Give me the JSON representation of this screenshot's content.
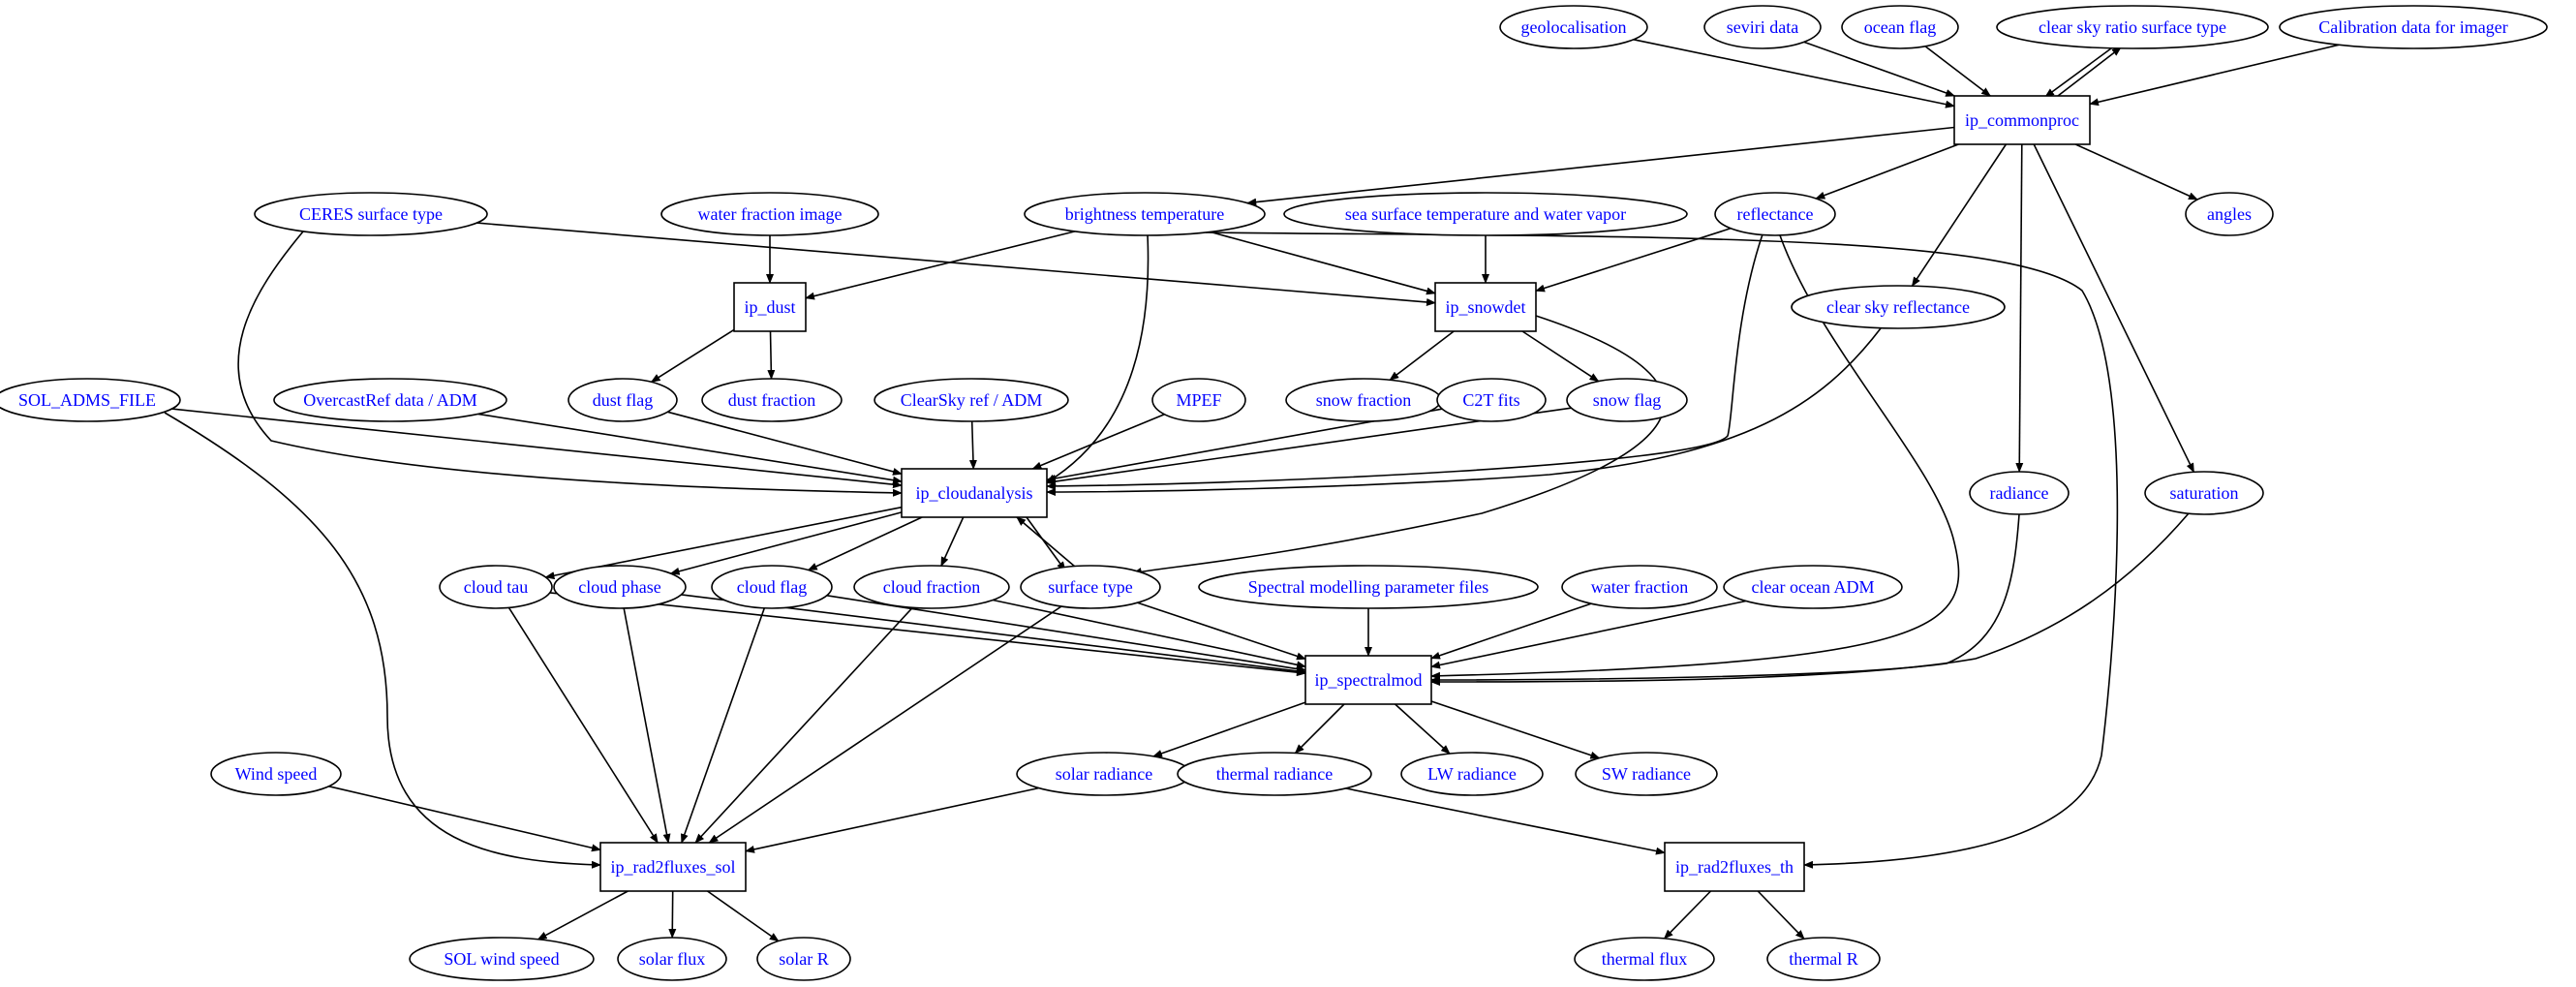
{
  "colors": {
    "label": "#0000ff",
    "stroke": "#000000",
    "background": "#ffffff"
  },
  "nodes": [
    {
      "id": "geolocalisation",
      "label": "geolocalisation",
      "shape": "ellipse"
    },
    {
      "id": "seviri",
      "label": "seviri data",
      "shape": "ellipse"
    },
    {
      "id": "oceanflag",
      "label": "ocean flag",
      "shape": "ellipse"
    },
    {
      "id": "csratio",
      "label": "clear sky ratio surface type",
      "shape": "ellipse"
    },
    {
      "id": "calib",
      "label": "Calibration data for imager",
      "shape": "ellipse"
    },
    {
      "id": "commonproc",
      "label": "ip_commonproc",
      "shape": "box"
    },
    {
      "id": "ceres",
      "label": "CERES surface type",
      "shape": "ellipse"
    },
    {
      "id": "wfimage",
      "label": "water fraction image",
      "shape": "ellipse"
    },
    {
      "id": "btemp",
      "label": "brightness temperature",
      "shape": "ellipse"
    },
    {
      "id": "sst",
      "label": "sea surface temperature and water vapor",
      "shape": "ellipse"
    },
    {
      "id": "refl",
      "label": "reflectance",
      "shape": "ellipse"
    },
    {
      "id": "angles",
      "label": "angles",
      "shape": "ellipse"
    },
    {
      "id": "dust",
      "label": "ip_dust",
      "shape": "box"
    },
    {
      "id": "snowdet",
      "label": "ip_snowdet",
      "shape": "box"
    },
    {
      "id": "csrefl",
      "label": "clear sky reflectance",
      "shape": "ellipse"
    },
    {
      "id": "solfile",
      "label": "SOL_ADMS_FILE",
      "shape": "ellipse"
    },
    {
      "id": "overcast",
      "label": "OvercastRef data / ADM",
      "shape": "ellipse"
    },
    {
      "id": "dustflag",
      "label": "dust flag",
      "shape": "ellipse"
    },
    {
      "id": "dustfrac",
      "label": "dust fraction",
      "shape": "ellipse"
    },
    {
      "id": "clearsky",
      "label": "ClearSky ref / ADM",
      "shape": "ellipse"
    },
    {
      "id": "mpef",
      "label": "MPEF",
      "shape": "ellipse"
    },
    {
      "id": "snowfrac",
      "label": "snow fraction",
      "shape": "ellipse"
    },
    {
      "id": "c2t",
      "label": "C2T fits",
      "shape": "ellipse"
    },
    {
      "id": "snowflag",
      "label": "snow flag",
      "shape": "ellipse"
    },
    {
      "id": "cloudanalysis",
      "label": "ip_cloudanalysis",
      "shape": "box"
    },
    {
      "id": "radiance",
      "label": "radiance",
      "shape": "ellipse"
    },
    {
      "id": "saturation",
      "label": "saturation",
      "shape": "ellipse"
    },
    {
      "id": "cloudtau",
      "label": "cloud tau",
      "shape": "ellipse"
    },
    {
      "id": "cloudphase",
      "label": "cloud phase",
      "shape": "ellipse"
    },
    {
      "id": "cloudflag",
      "label": "cloud flag",
      "shape": "ellipse"
    },
    {
      "id": "cloudfrac",
      "label": "cloud fraction",
      "shape": "ellipse"
    },
    {
      "id": "surftype",
      "label": "surface type",
      "shape": "ellipse"
    },
    {
      "id": "spectralfiles",
      "label": "Spectral modelling parameter files",
      "shape": "ellipse"
    },
    {
      "id": "waterfrac",
      "label": "water fraction",
      "shape": "ellipse"
    },
    {
      "id": "clearocean",
      "label": "clear ocean ADM",
      "shape": "ellipse"
    },
    {
      "id": "spectralmod",
      "label": "ip_spectralmod",
      "shape": "box"
    },
    {
      "id": "windspeed",
      "label": "Wind speed",
      "shape": "ellipse"
    },
    {
      "id": "solarrad",
      "label": "solar radiance",
      "shape": "ellipse"
    },
    {
      "id": "thermalrad",
      "label": "thermal radiance",
      "shape": "ellipse"
    },
    {
      "id": "lwrad",
      "label": "LW radiance",
      "shape": "ellipse"
    },
    {
      "id": "swrad",
      "label": "SW radiance",
      "shape": "ellipse"
    },
    {
      "id": "rad2sol",
      "label": "ip_rad2fluxes_sol",
      "shape": "box"
    },
    {
      "id": "rad2th",
      "label": "ip_rad2fluxes_th",
      "shape": "box"
    },
    {
      "id": "solwind",
      "label": "SOL wind speed",
      "shape": "ellipse"
    },
    {
      "id": "solarflux",
      "label": "solar flux",
      "shape": "ellipse"
    },
    {
      "id": "solarR",
      "label": "solar R",
      "shape": "ellipse"
    },
    {
      "id": "thermalflux",
      "label": "thermal flux",
      "shape": "ellipse"
    },
    {
      "id": "thermalR",
      "label": "thermal R",
      "shape": "ellipse"
    }
  ],
  "edges": [
    {
      "from": "geolocalisation",
      "to": "commonproc"
    },
    {
      "from": "seviri",
      "to": "commonproc"
    },
    {
      "from": "oceanflag",
      "to": "commonproc"
    },
    {
      "from": "csratio",
      "to": "commonproc"
    },
    {
      "from": "commonproc",
      "to": "csratio"
    },
    {
      "from": "calib",
      "to": "commonproc"
    },
    {
      "from": "commonproc",
      "to": "btemp"
    },
    {
      "from": "commonproc",
      "to": "refl"
    },
    {
      "from": "commonproc",
      "to": "angles"
    },
    {
      "from": "commonproc",
      "to": "csrefl"
    },
    {
      "from": "commonproc",
      "to": "radiance"
    },
    {
      "from": "commonproc",
      "to": "saturation"
    },
    {
      "from": "wfimage",
      "to": "dust"
    },
    {
      "from": "btemp",
      "to": "dust"
    },
    {
      "from": "ceres",
      "to": "snowdet"
    },
    {
      "from": "btemp",
      "to": "snowdet"
    },
    {
      "from": "sst",
      "to": "snowdet"
    },
    {
      "from": "refl",
      "to": "snowdet"
    },
    {
      "from": "dust",
      "to": "dustflag"
    },
    {
      "from": "dust",
      "to": "dustfrac"
    },
    {
      "from": "snowdet",
      "to": "snowfrac"
    },
    {
      "from": "snowdet",
      "to": "snowflag"
    },
    {
      "from": "snowdet",
      "to": "surftype"
    },
    {
      "from": "ceres",
      "to": "cloudanalysis"
    },
    {
      "from": "solfile",
      "to": "cloudanalysis"
    },
    {
      "from": "overcast",
      "to": "cloudanalysis"
    },
    {
      "from": "dustflag",
      "to": "cloudanalysis"
    },
    {
      "from": "clearsky",
      "to": "cloudanalysis"
    },
    {
      "from": "mpef",
      "to": "cloudanalysis"
    },
    {
      "from": "btemp",
      "to": "cloudanalysis"
    },
    {
      "from": "c2t",
      "to": "cloudanalysis"
    },
    {
      "from": "snowflag",
      "to": "cloudanalysis"
    },
    {
      "from": "refl",
      "to": "cloudanalysis"
    },
    {
      "from": "csrefl",
      "to": "cloudanalysis"
    },
    {
      "from": "surftype",
      "to": "cloudanalysis"
    },
    {
      "from": "cloudanalysis",
      "to": "cloudtau"
    },
    {
      "from": "cloudanalysis",
      "to": "cloudphase"
    },
    {
      "from": "cloudanalysis",
      "to": "cloudflag"
    },
    {
      "from": "cloudanalysis",
      "to": "cloudfrac"
    },
    {
      "from": "cloudanalysis",
      "to": "surftype"
    },
    {
      "from": "cloudtau",
      "to": "spectralmod"
    },
    {
      "from": "cloudphase",
      "to": "spectralmod"
    },
    {
      "from": "cloudflag",
      "to": "spectralmod"
    },
    {
      "from": "cloudfrac",
      "to": "spectralmod"
    },
    {
      "from": "surftype",
      "to": "spectralmod"
    },
    {
      "from": "spectralfiles",
      "to": "spectralmod"
    },
    {
      "from": "waterfrac",
      "to": "spectralmod"
    },
    {
      "from": "clearocean",
      "to": "spectralmod"
    },
    {
      "from": "refl",
      "to": "spectralmod"
    },
    {
      "from": "radiance",
      "to": "spectralmod"
    },
    {
      "from": "saturation",
      "to": "spectralmod"
    },
    {
      "from": "spectralmod",
      "to": "solarrad"
    },
    {
      "from": "spectralmod",
      "to": "thermalrad"
    },
    {
      "from": "spectralmod",
      "to": "lwrad"
    },
    {
      "from": "spectralmod",
      "to": "swrad"
    },
    {
      "from": "btemp",
      "to": "rad2th"
    },
    {
      "from": "thermalrad",
      "to": "rad2th"
    },
    {
      "from": "solfile",
      "to": "rad2sol"
    },
    {
      "from": "windspeed",
      "to": "rad2sol"
    },
    {
      "from": "solarrad",
      "to": "rad2sol"
    },
    {
      "from": "cloudtau",
      "to": "rad2sol"
    },
    {
      "from": "cloudphase",
      "to": "rad2sol"
    },
    {
      "from": "cloudflag",
      "to": "rad2sol"
    },
    {
      "from": "cloudfrac",
      "to": "rad2sol"
    },
    {
      "from": "surftype",
      "to": "rad2sol"
    },
    {
      "from": "rad2sol",
      "to": "solwind"
    },
    {
      "from": "rad2sol",
      "to": "solarflux"
    },
    {
      "from": "rad2sol",
      "to": "solarR"
    },
    {
      "from": "rad2th",
      "to": "thermalflux"
    },
    {
      "from": "rad2th",
      "to": "thermalR"
    }
  ]
}
